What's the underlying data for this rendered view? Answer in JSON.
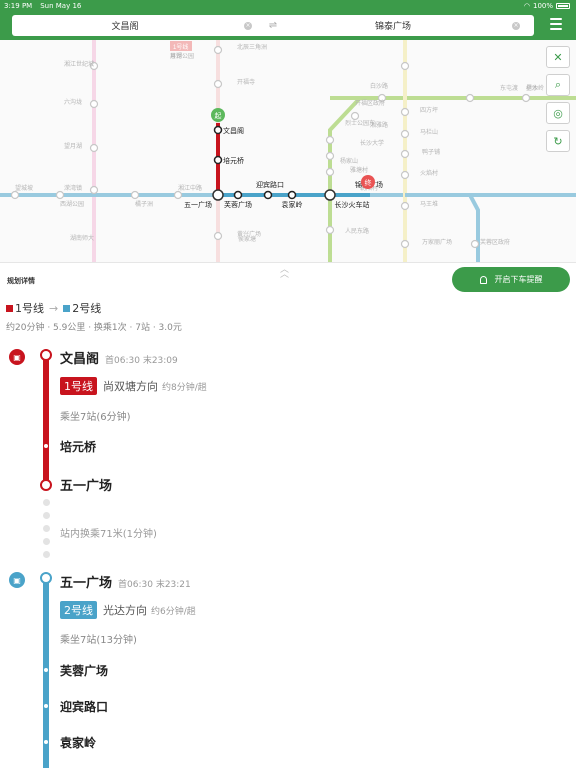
{
  "status_bar": {
    "time": "3:19 PM",
    "date": "Sun May 16",
    "battery": "100%"
  },
  "search": {
    "origin": "文昌阁",
    "destination": "锦泰广场",
    "clear_symbol": "×",
    "swap_symbol": "⇌"
  },
  "map": {
    "map_controls": [
      {
        "name": "close",
        "glyph": "✕"
      },
      {
        "name": "search",
        "glyph": "⌕"
      },
      {
        "name": "locate",
        "glyph": "◎"
      },
      {
        "name": "refresh",
        "glyph": "↻"
      }
    ],
    "line_colors": {
      "line1": "#c8141e",
      "line2": "#4aa3c9",
      "line3": "#8cc63f",
      "line4": "#f2e8a0",
      "line5": "#f4bcd9",
      "line6": "#f6c9c9"
    },
    "route_labels": [
      "文昌阁",
      "培元桥",
      "五一广场",
      "芙蓉广场",
      "迎宾路口",
      "袁家岭",
      "长沙火车站",
      "锦泰广场"
    ],
    "origin_pin": "起",
    "destination_pin": "终",
    "line_tag": "1号线",
    "faded_labels": [
      "北辰三角洲",
      "开福寺",
      "湘江世纪城",
      "六沟垅",
      "望月湖",
      "溁湾镇",
      "西湖公园",
      "橘子洲",
      "湘江中路",
      "黄兴广场",
      "湖南师大",
      "侯家塘",
      "望城坡",
      "白沙路",
      "开福区政府",
      "湘雅路",
      "长沙大学",
      "四方坪",
      "马栏山",
      "鸭子铺",
      "火焰村",
      "马王堆",
      "万家丽广场",
      "芙蓉区政府",
      "人民东路",
      "朝阳村",
      "东屯渡",
      "杨家山",
      "烈士公园东",
      "树木岭",
      "雅塘村",
      "星沙",
      "蔡锷",
      "月湖公园"
    ]
  },
  "panel": {
    "title": "规划详情",
    "remind_button": "开启下车提醒",
    "route_lines": {
      "from": "1号线",
      "to": "2号线",
      "arrow": "→",
      "from_color": "#c8141e",
      "to_color": "#4aa3c9"
    },
    "summary": "约20分钟 · 5.9公里 · 换乘1次 · 7站 · 3.0元",
    "leg1": {
      "icon_glyph": "▣",
      "start_station": "文昌阁",
      "start_times": "首06:30  末23:09",
      "line_badge": "1号线",
      "direction": "尚双塘方向",
      "frequency": "约8分钟/趟",
      "ride_info": "乘坐7站(6分钟)",
      "mid_station": "培元桥",
      "end_station": "五一广场"
    },
    "transfer": "站内换乘71米(1分钟)",
    "leg2": {
      "icon_glyph": "▣",
      "start_station": "五一广场",
      "start_times": "首06:30  末23:21",
      "line_badge": "2号线",
      "direction": "光达方向",
      "frequency": "约6分钟/趟",
      "ride_info": "乘坐7站(13分钟)",
      "stations": [
        "芙蓉广场",
        "迎宾路口",
        "袁家岭"
      ]
    }
  }
}
